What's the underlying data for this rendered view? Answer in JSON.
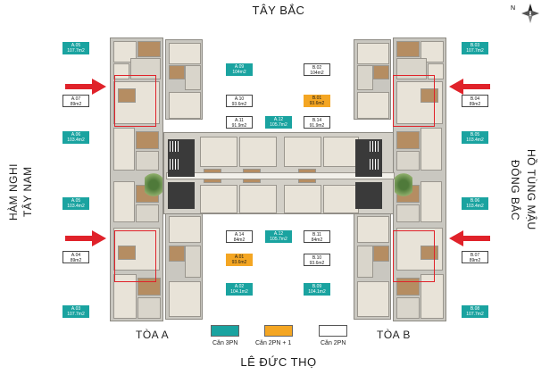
{
  "streets": {
    "top": "TÂY BẮC",
    "bottom": "LÊ ĐỨC THỌ",
    "left_line1": "HÀM NGHI",
    "left_line2": "TÂY NAM",
    "right_line1": "HỒ TÙNG MẬU",
    "right_line2": "ĐÔNG BẮC"
  },
  "compass": {
    "label": "N",
    "icon": "compass-icon"
  },
  "towers": {
    "a": "TÒA  A",
    "b": "TÒA  B"
  },
  "legend": [
    {
      "label": "Căn 3PN",
      "color": "#1aa3a0"
    },
    {
      "label": "Căn 2PN + 1",
      "color": "#f4a623"
    },
    {
      "label": "Căn 2PN",
      "color": "#ffffff"
    }
  ],
  "units": [
    {
      "code": "A.05",
      "area": "107.7m2",
      "style": "teal"
    },
    {
      "code": "A.07",
      "area": "89m2",
      "style": "white"
    },
    {
      "code": "A.06",
      "area": "103.4m2",
      "style": "teal"
    },
    {
      "code": "A.05",
      "area": "103.4m2",
      "style": "teal"
    },
    {
      "code": "A.04",
      "area": "89m2",
      "style": "white"
    },
    {
      "code": "A.03",
      "area": "107.7m2",
      "style": "teal"
    },
    {
      "code": "A.09",
      "area": "104m2",
      "style": "teal"
    },
    {
      "code": "A.10",
      "area": "93.6m2",
      "style": "white"
    },
    {
      "code": "A.11",
      "area": "91.9m2",
      "style": "white"
    },
    {
      "code": "A.12",
      "area": "105.7m2",
      "style": "teal"
    },
    {
      "code": "A.14",
      "area": "84m2",
      "style": "white"
    },
    {
      "code": "A.12",
      "area": "105.7m2",
      "style": "teal"
    },
    {
      "code": "A.01",
      "area": "93.6m2",
      "style": "orange"
    },
    {
      "code": "A.02",
      "area": "104.1m2",
      "style": "teal"
    },
    {
      "code": "B.02",
      "area": "104m2",
      "style": "white"
    },
    {
      "code": "B.01",
      "area": "93.6m2",
      "style": "orange"
    },
    {
      "code": "B.14",
      "area": "91.9m2",
      "style": "white"
    },
    {
      "code": "B.11",
      "area": "84m2",
      "style": "white"
    },
    {
      "code": "B.10",
      "area": "93.6m2",
      "style": "white"
    },
    {
      "code": "B.09",
      "area": "104.1m2",
      "style": "teal"
    },
    {
      "code": "B.03",
      "area": "107.7m2",
      "style": "teal"
    },
    {
      "code": "B.04",
      "area": "89m2",
      "style": "white"
    },
    {
      "code": "B.05",
      "area": "103.4m2",
      "style": "teal"
    },
    {
      "code": "B.06",
      "area": "103.4m2",
      "style": "teal"
    },
    {
      "code": "B.07",
      "area": "89m2",
      "style": "white"
    },
    {
      "code": "B.08",
      "area": "107.7m2",
      "style": "teal"
    }
  ],
  "colors": {
    "teal": "#1aa3a0",
    "orange": "#f4a623",
    "highlight": "#e0222a"
  }
}
